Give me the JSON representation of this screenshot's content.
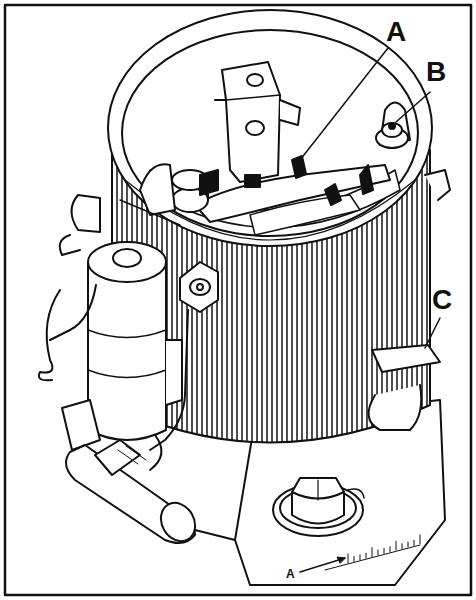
{
  "diagram": {
    "labels": [
      "A",
      "B",
      "C",
      "A"
    ]
  }
}
